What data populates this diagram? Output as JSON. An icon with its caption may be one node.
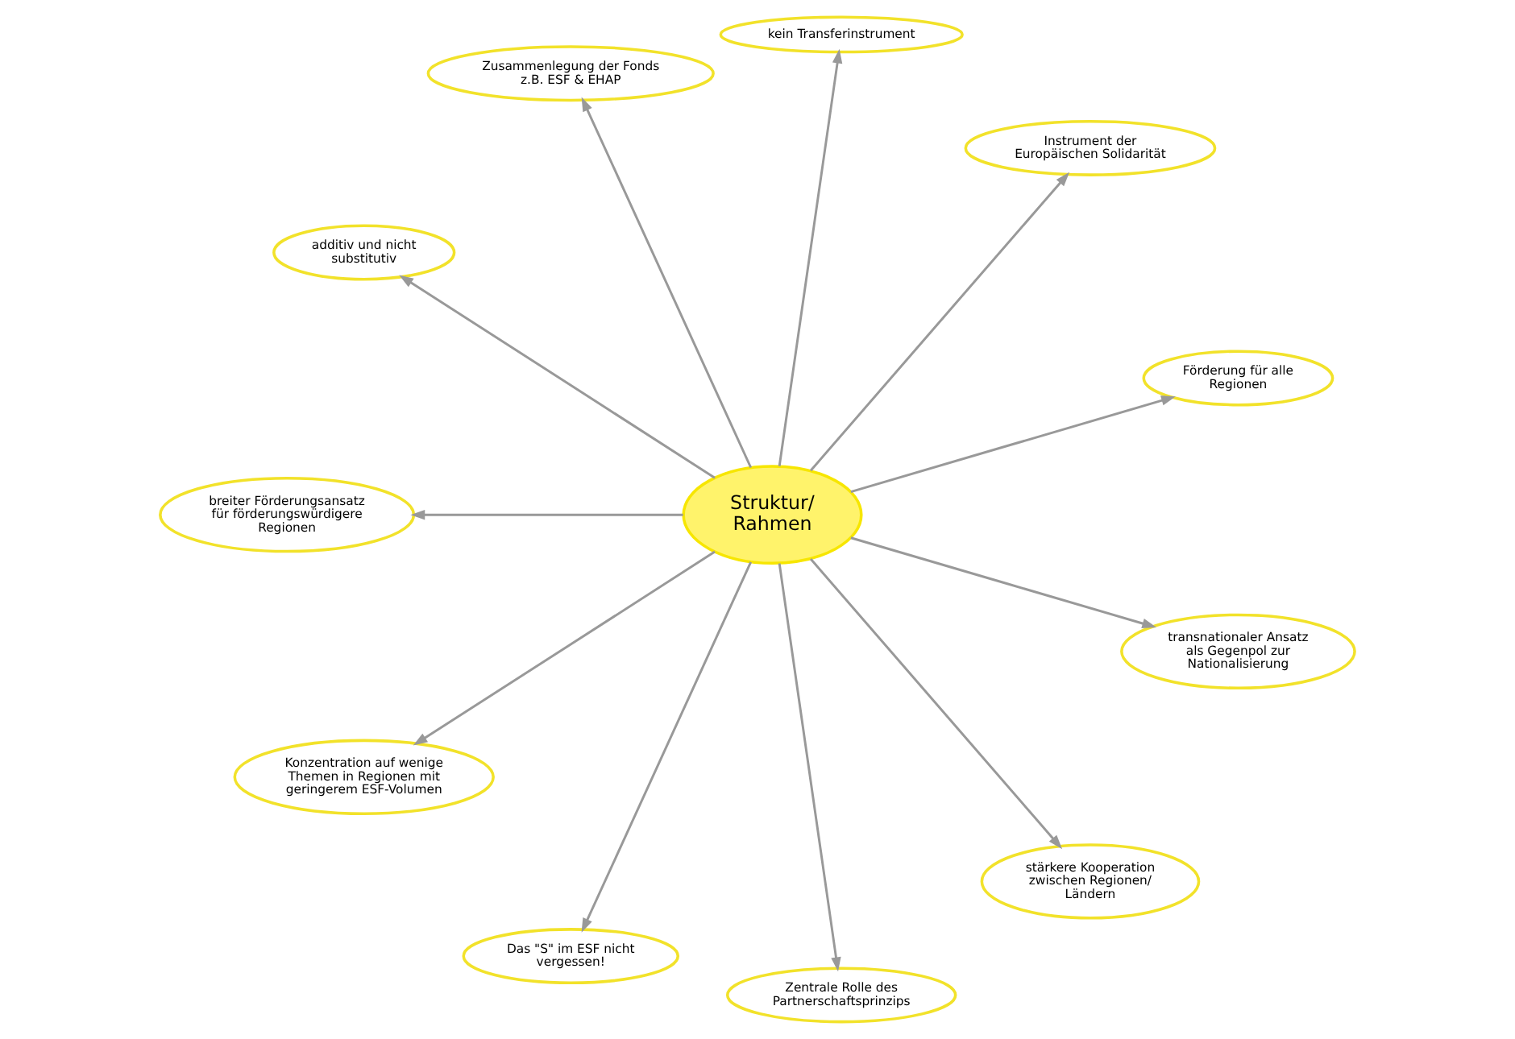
{
  "diagram": {
    "nodes": [
      {
        "text": [
          "Struktur/ Rahmen"
        ]
      },
      {
        "text": [
          "Förderung für alle Regionen"
        ]
      },
      {
        "text": [
          "Instrument der Europäischen Solidarität"
        ]
      },
      {
        "text": [
          "kein Transferinstrument"
        ]
      },
      {
        "text": [
          "Zusammenlegung der Fonds z.B. ESF & EHAP"
        ]
      },
      {
        "text": [
          "additiv und nicht substitutiv"
        ]
      },
      {
        "text": [
          "breiter Förderungsansatz für förderungswürdigere Regionen"
        ]
      },
      {
        "text": [
          "Konzentration auf wenige Themen in Regionen mit geringerem ESF-Volumen"
        ]
      },
      {
        "text": [
          "Das \"S\" im ESF nicht vergessen!"
        ]
      },
      {
        "text": [
          "Zentrale Rolle des Partnerschaftsprinzips"
        ]
      },
      {
        "text": [
          "stärkere Kooperation zwischen Regionen/ Ländern"
        ]
      },
      {
        "text": [
          "transnationaler Ansatz als Gegenpol zur Nationalisierung"
        ]
      }
    ],
    "edges": [
      {
        "from": 0,
        "to": 1,
        "arrow": "to"
      },
      {
        "from": 0,
        "to": 2,
        "arrow": "to"
      },
      {
        "from": 0,
        "to": 3,
        "arrow": "to"
      },
      {
        "from": 0,
        "to": 4,
        "arrow": "to"
      },
      {
        "from": 0,
        "to": 5,
        "arrow": "to"
      },
      {
        "from": 0,
        "to": 6,
        "arrow": "to"
      },
      {
        "from": 0,
        "to": 7,
        "arrow": "to"
      },
      {
        "from": 0,
        "to": 8,
        "arrow": "to"
      },
      {
        "from": 0,
        "to": 9,
        "arrow": "to"
      },
      {
        "from": 0,
        "to": 10,
        "arrow": "to"
      },
      {
        "from": 0,
        "to": 11,
        "arrow": "to"
      }
    ]
  }
}
